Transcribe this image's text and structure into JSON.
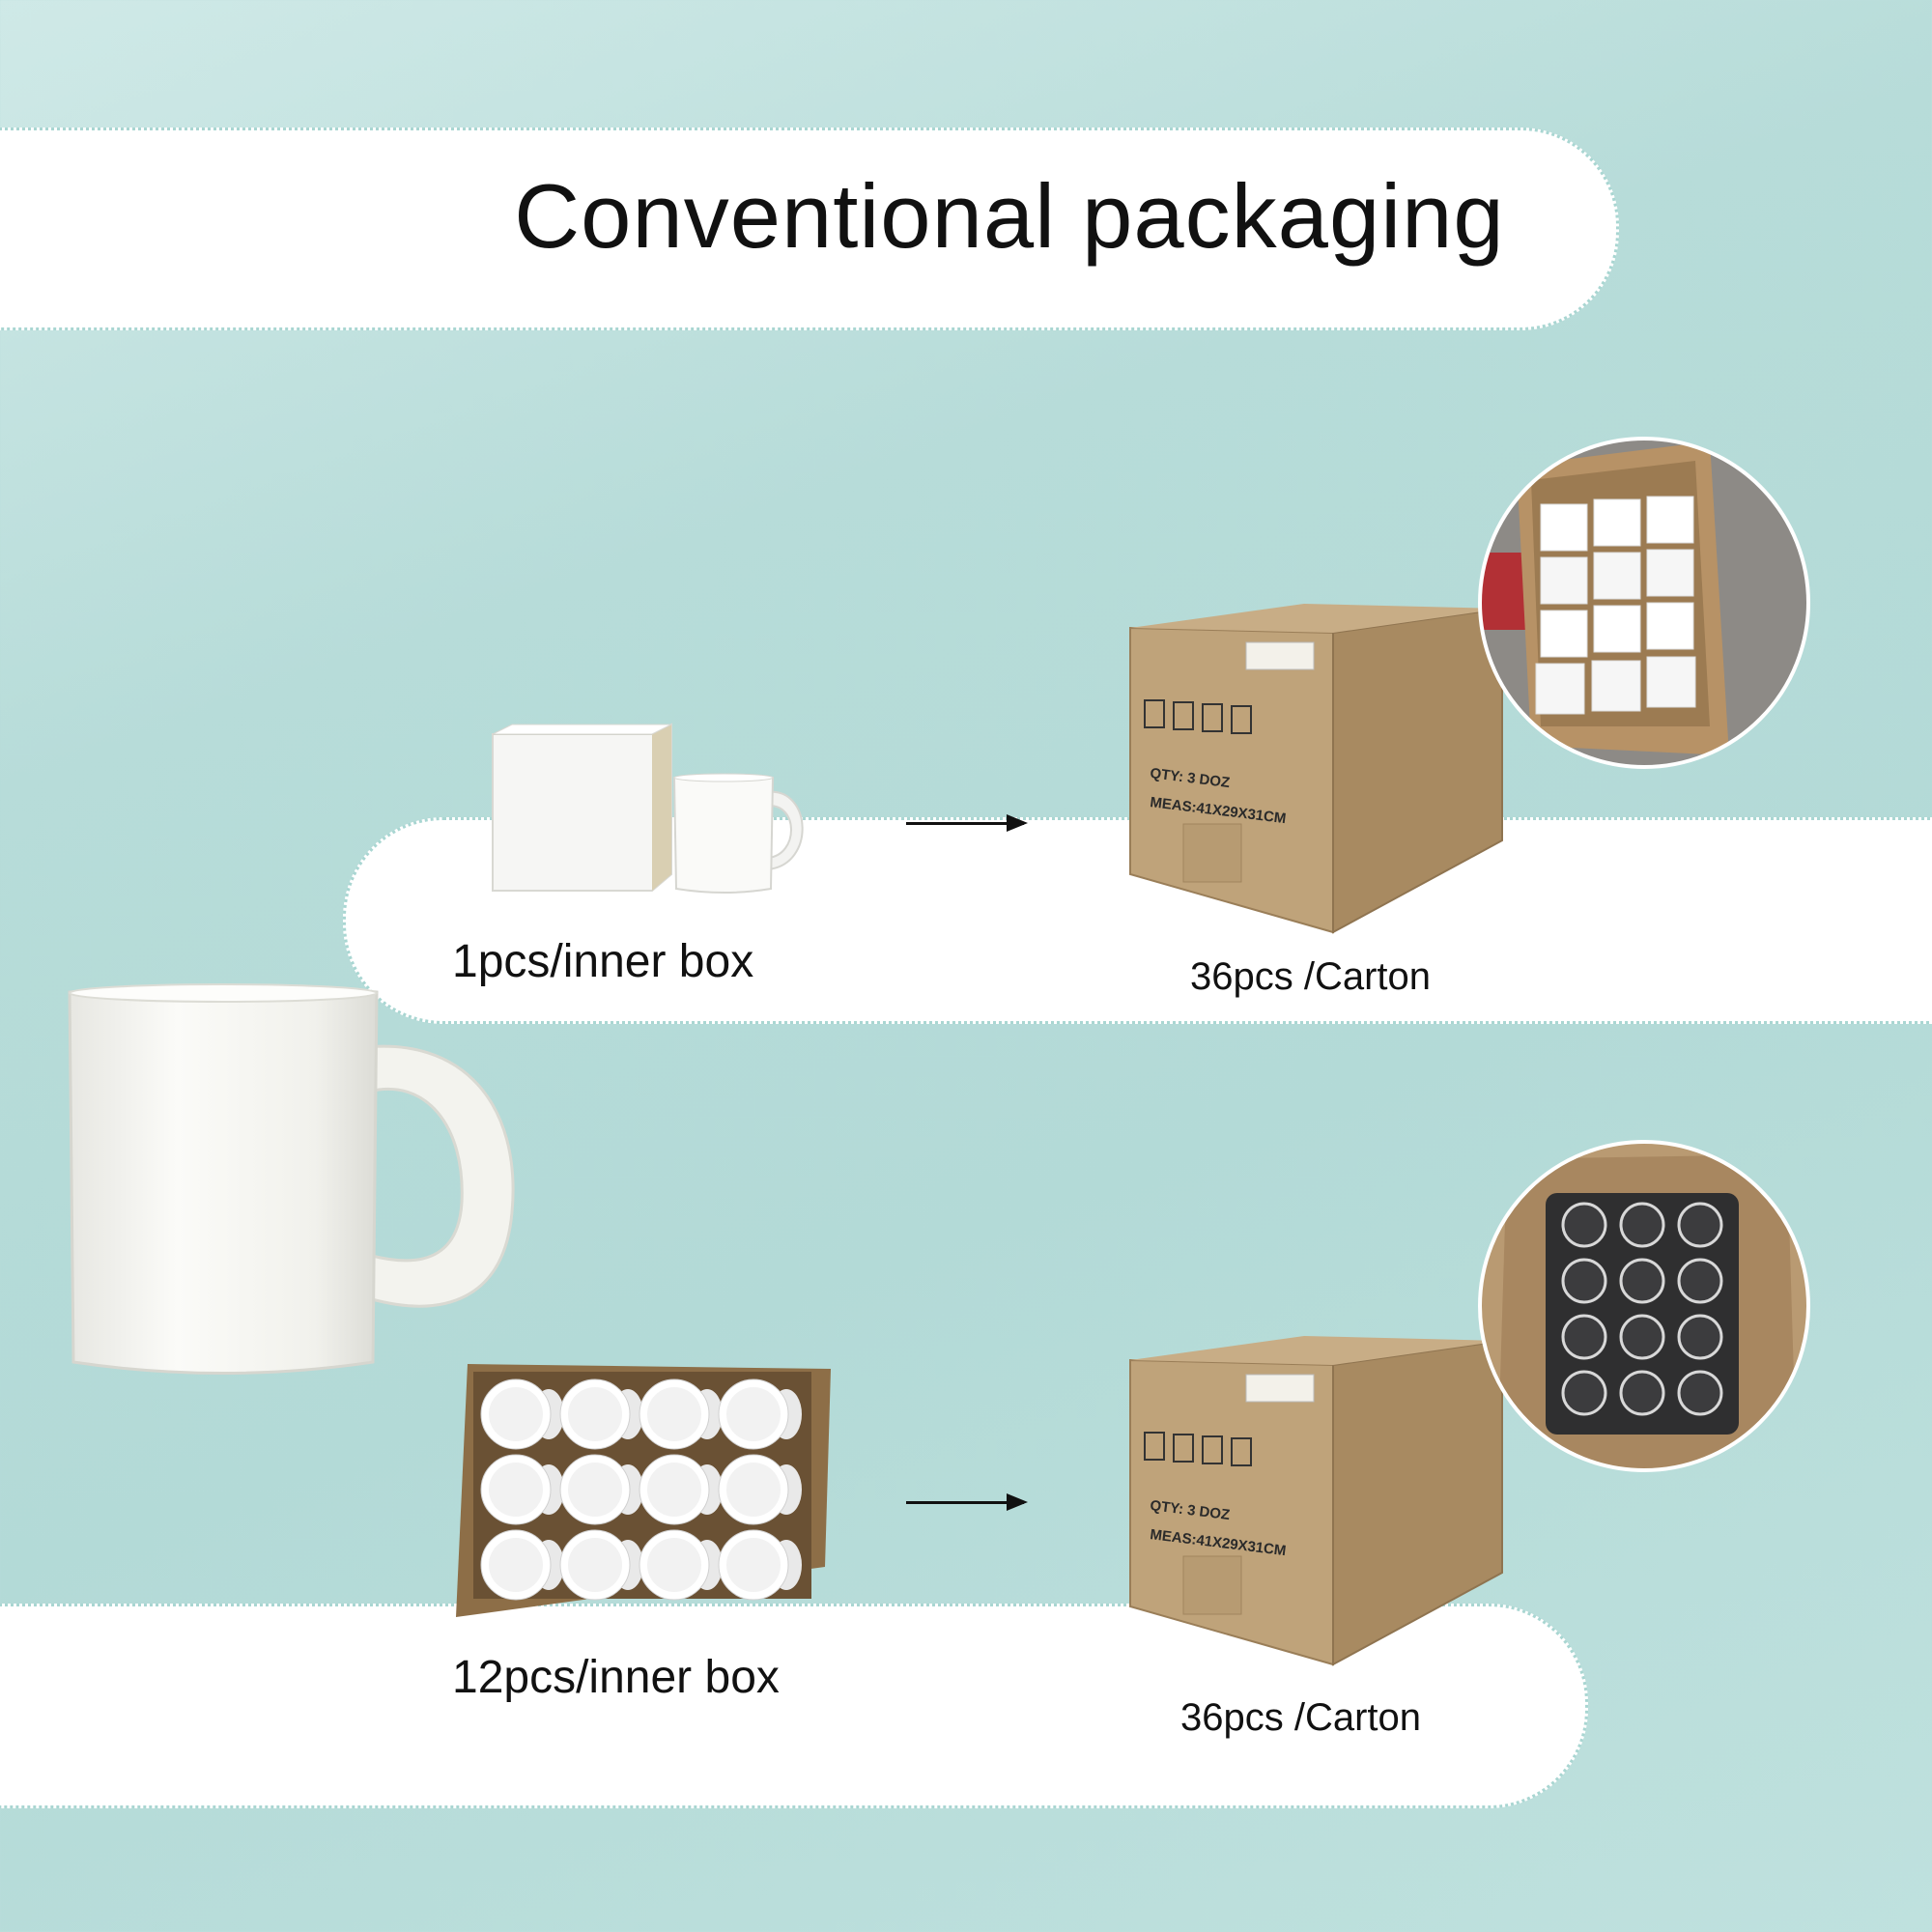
{
  "title": "Conventional packaging",
  "options": [
    {
      "inner_label": "1pcs/inner box",
      "carton_label": "36pcs /Carton"
    },
    {
      "inner_label": "12pcs/inner box",
      "carton_label": "36pcs /Carton"
    }
  ],
  "carton_print": {
    "qty": "QTY:  3   DOZ",
    "meas": "MEAS:41X29X31CM"
  },
  "icons": [
    "mug-icon",
    "inner-box-icon",
    "carton-icon",
    "arrow-icon"
  ]
}
